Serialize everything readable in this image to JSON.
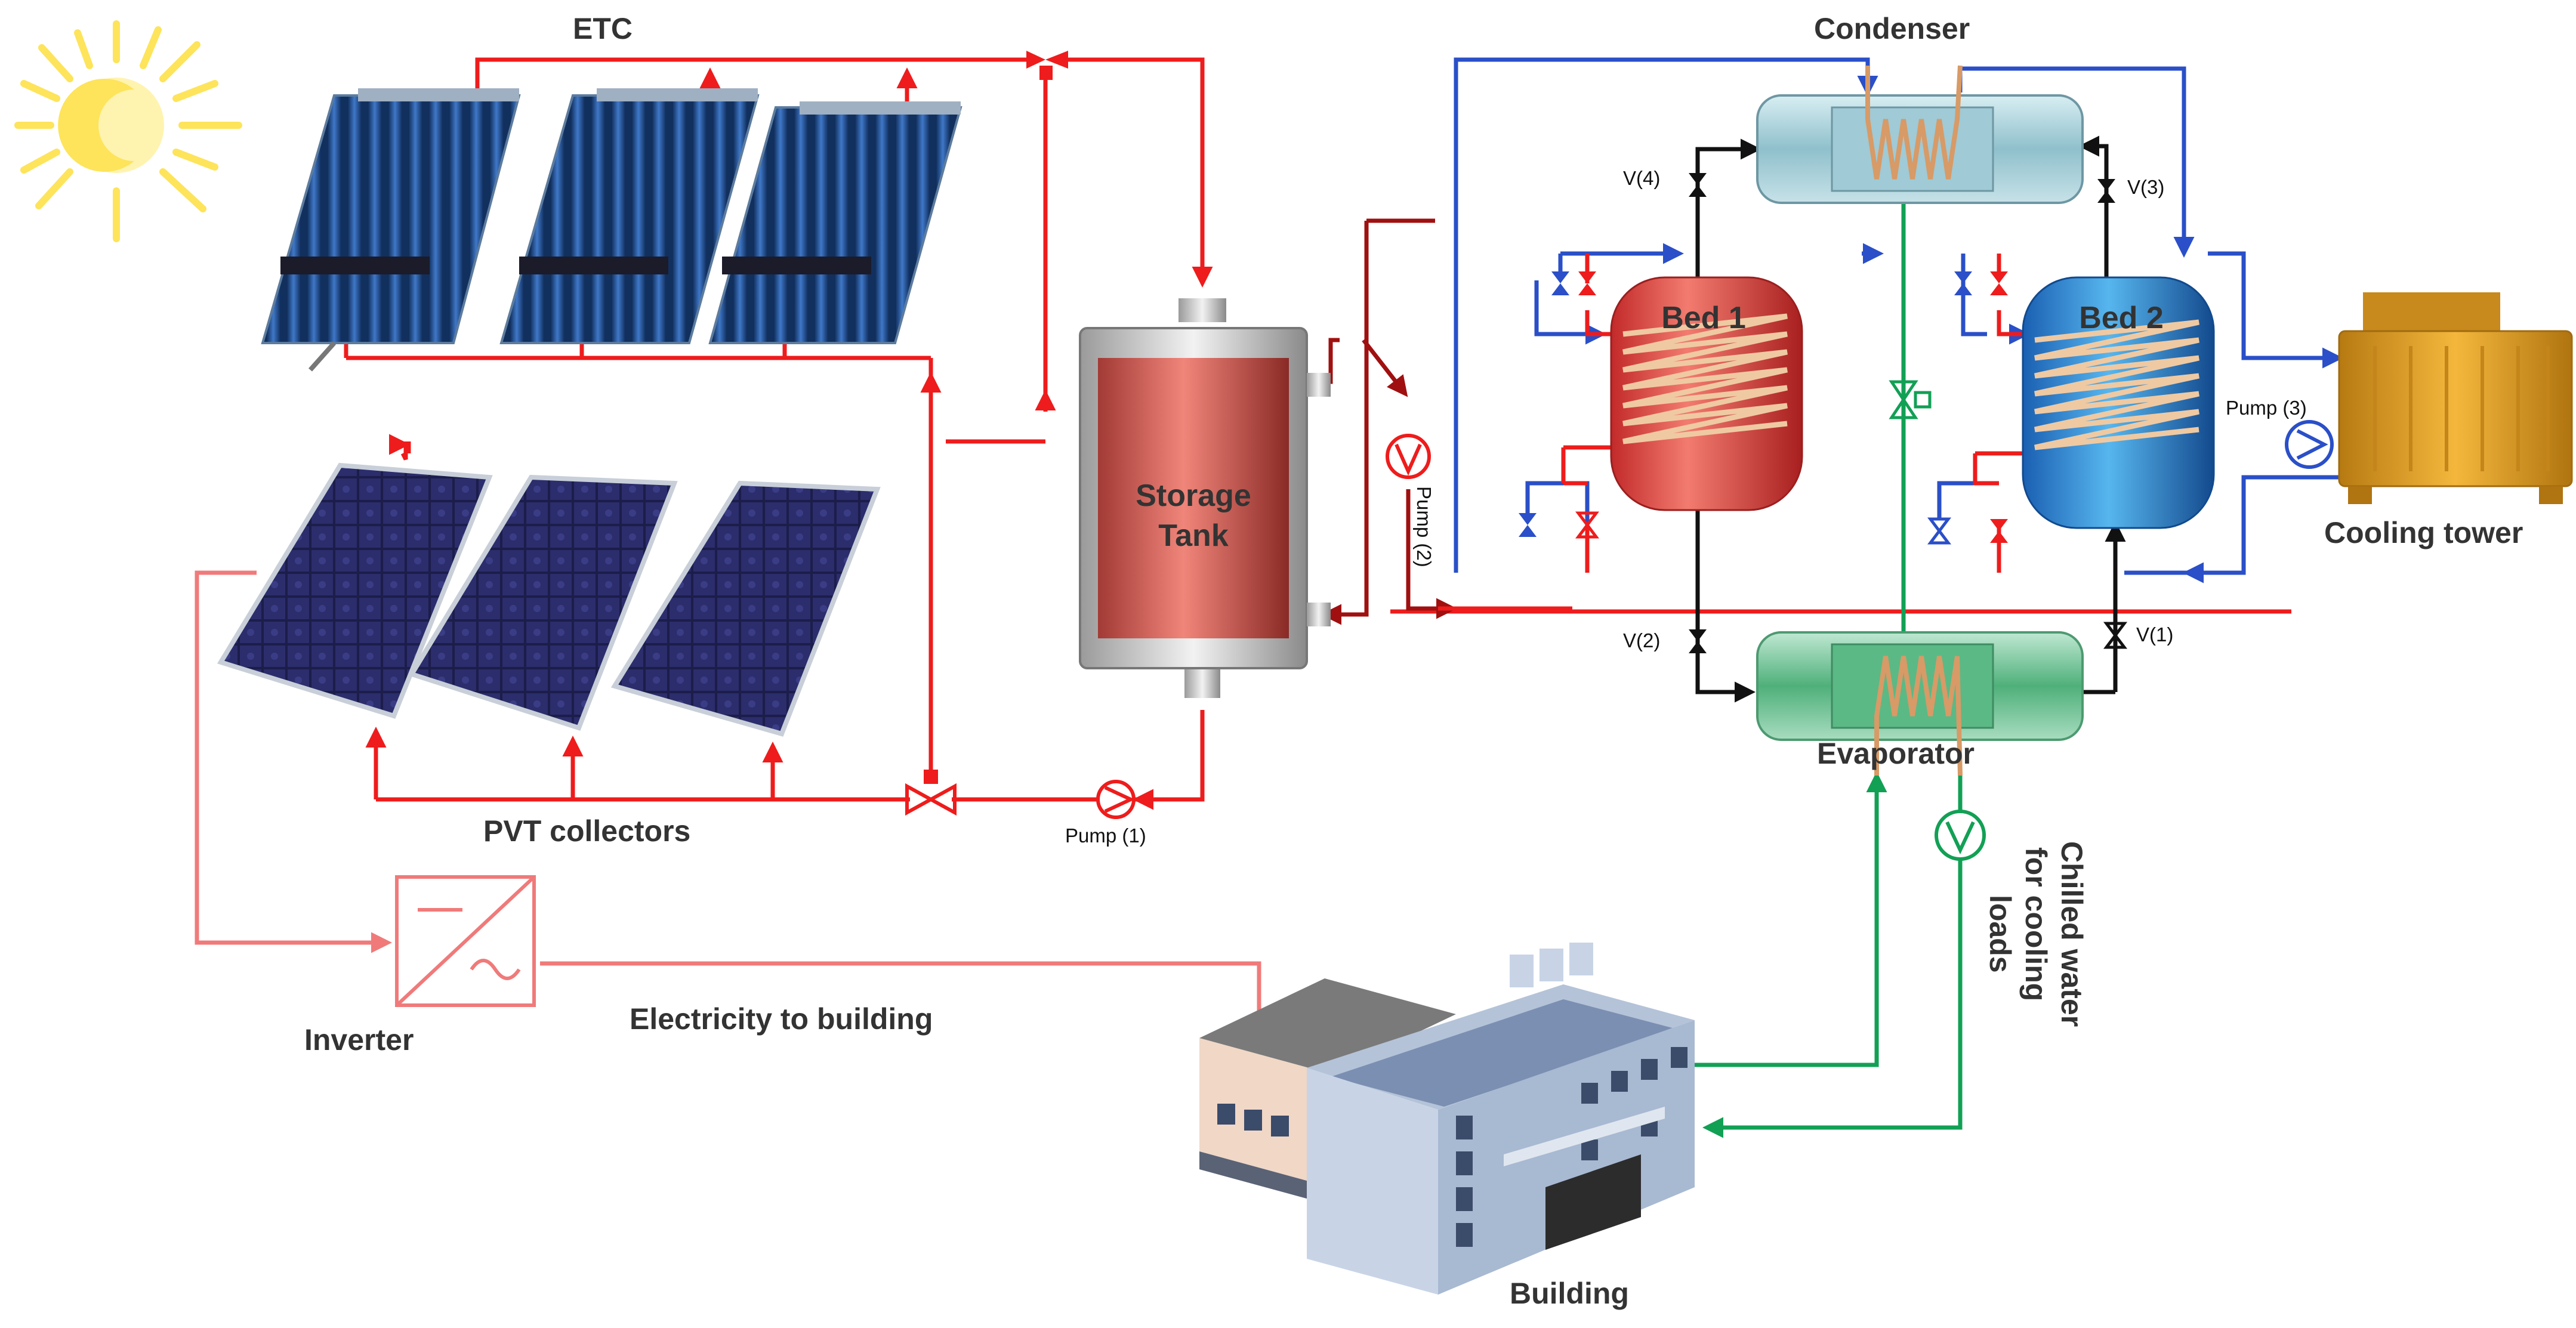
{
  "labels": {
    "etc": "ETC",
    "pvt": "PVT collectors",
    "inverter": "Inverter",
    "electricity": "Electricity to building",
    "storage_1": "Storage",
    "storage_2": "Tank",
    "pump1": "Pump (1)",
    "pump2": "Pump (2)",
    "pump3": "Pump (3)",
    "condenser": "Condenser",
    "evaporator": "Evaporator",
    "bed1": "Bed 1",
    "bed2": "Bed 2",
    "v1": "V(1)",
    "v2": "V(2)",
    "v3": "V(3)",
    "v4": "V(4)",
    "cooling_tower": "Cooling tower",
    "chilled_1": "Chilled water",
    "chilled_2": "for cooling",
    "chilled_3": "loads",
    "building": "Building"
  },
  "colors": {
    "hot_loop": "#ee1c1c",
    "dark_hot_loop": "#a01010",
    "cooling_loop": "#2a4fc8",
    "chilled_loop": "#12a055",
    "electric": "#f07a7a",
    "refrigerant": "#111111"
  }
}
